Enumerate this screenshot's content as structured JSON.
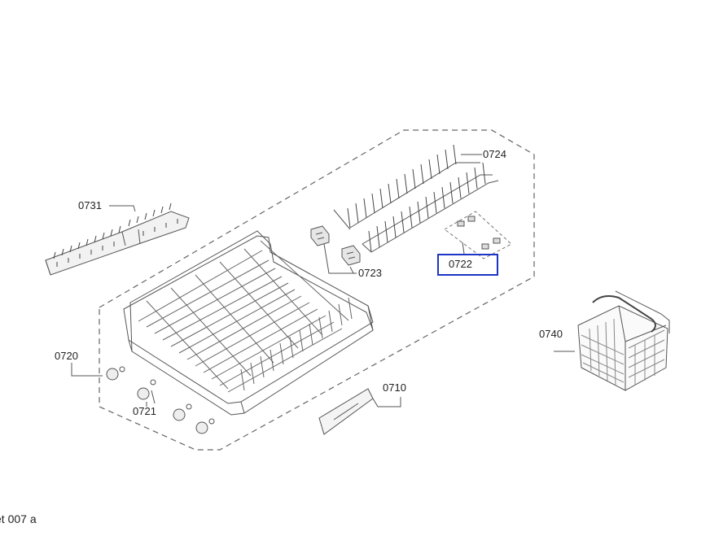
{
  "labels": {
    "p0731": "0731",
    "p0724": "0724",
    "p0723": "0723",
    "p0722": "0722",
    "p0720": "0720",
    "p0721": "0721",
    "p0710": "0710",
    "p0740": "0740"
  },
  "selected_part": "0722",
  "highlight_color": "#1d35c4",
  "sheet_label": "et 007 a"
}
